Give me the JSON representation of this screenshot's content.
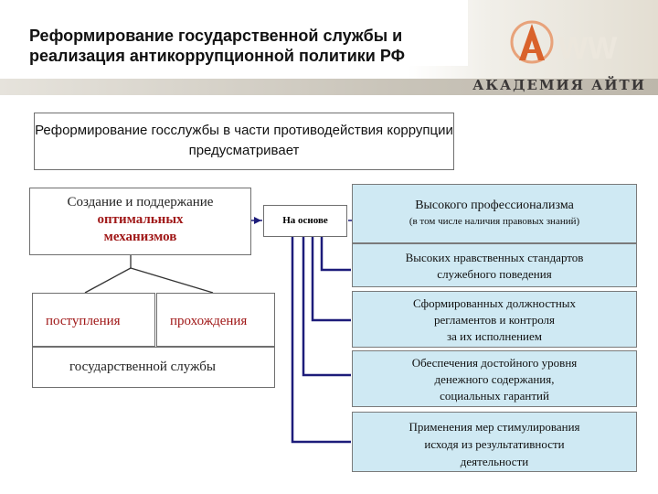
{
  "slide": {
    "title": "Реформирование государственной службы и реализация антикоррупционной политики РФ",
    "logo_text": "АКАДЕМИЯ АЙТИ",
    "top_box": "Реформирование госслужбы в части противодействия коррупции предусматривает",
    "create_box": {
      "line1": "Создание и поддержание",
      "line2": "оптимальных",
      "line3": "механизмов"
    },
    "basis_label": "На основе",
    "admission": "поступления",
    "passage": "прохождения",
    "civil_service": "государственной службы",
    "principles": [
      {
        "line1": "Высокого профессионализма",
        "line2": "(в том числе наличия правовых знаний)"
      },
      {
        "line1": "Высоких нравственных стандартов",
        "line2": "служебного поведения"
      },
      {
        "line1": "Сформированных должностных",
        "line2": "регламентов и контроля",
        "line3": "за их исполнением"
      },
      {
        "line1": "Обеспечения достойного уровня",
        "line2": "денежного содержания,",
        "line3": "социальных гарантий"
      },
      {
        "line1": "Применения мер стимулирования",
        "line2": "исходя из результативности",
        "line3": "деятельности"
      }
    ],
    "colors": {
      "connector": "#1d1c7a",
      "box_fill": "#cfe9f3",
      "accent": "#a01818"
    }
  }
}
